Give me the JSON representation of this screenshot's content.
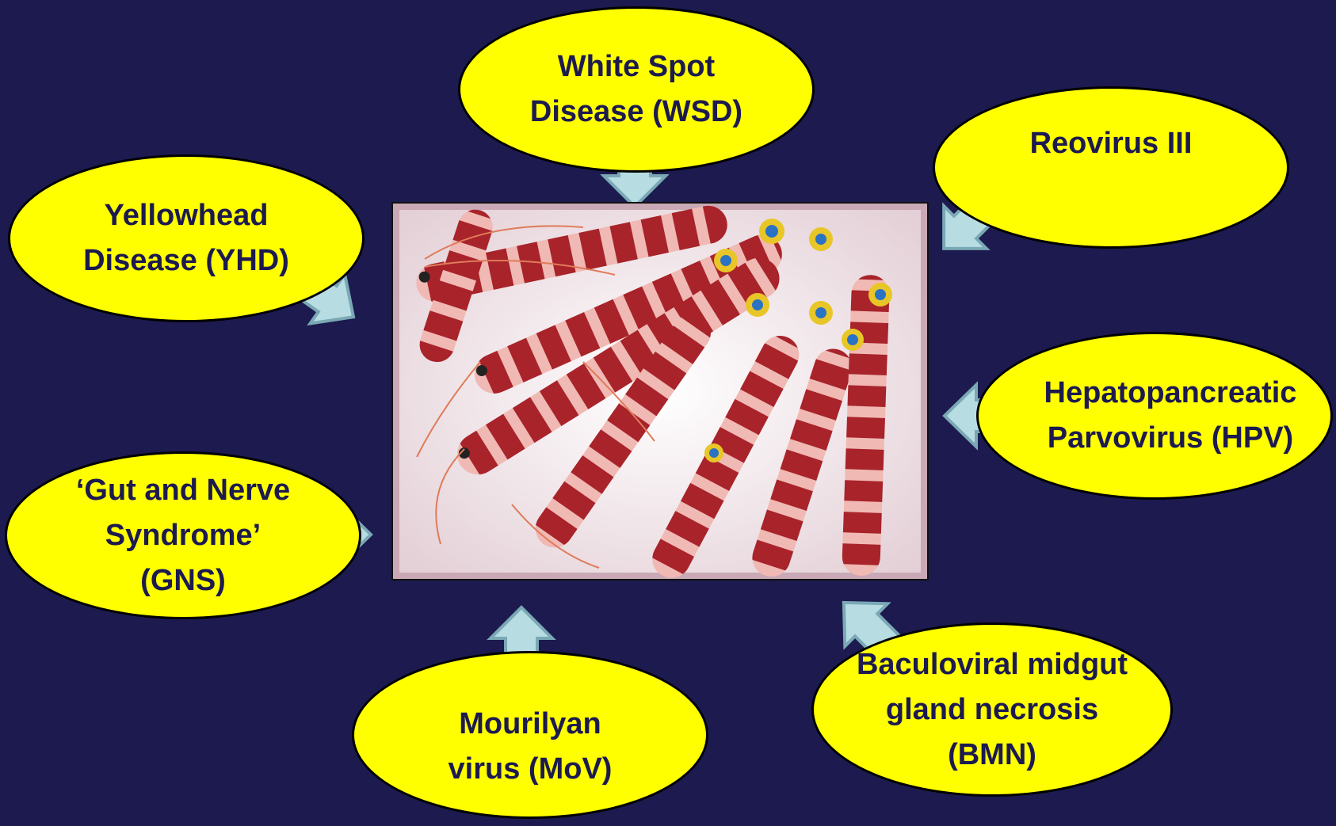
{
  "diagram": {
    "colors": {
      "background": "#1c1a4f",
      "bubble_fill": "#ffff00",
      "bubble_text": "#1c1a4f",
      "bubble_border": "#000000",
      "arrow_fill": "#b7dde3",
      "arrow_stroke": "#7aa8b4"
    },
    "center_image": {
      "icon": "shrimp-photo"
    },
    "nodes": {
      "wsd": {
        "lines": [
          "White Spot",
          "Disease (WSD)"
        ]
      },
      "reovirus": {
        "lines": [
          "Reovirus III"
        ]
      },
      "yhd": {
        "lines": [
          "Yellowhead",
          "Disease (YHD)"
        ]
      },
      "hpv": {
        "lines": [
          "Hepatopancreatic",
          "Parvovirus (HPV)"
        ]
      },
      "gns": {
        "lines": [
          "‘Gut and Nerve",
          "Syndrome’",
          "(GNS)"
        ]
      },
      "mov": {
        "lines": [
          "Mourilyan",
          "virus (MoV)"
        ]
      },
      "bmn": {
        "lines": [
          "Baculoviral midgut",
          "gland necrosis",
          "(BMN)"
        ]
      }
    }
  }
}
